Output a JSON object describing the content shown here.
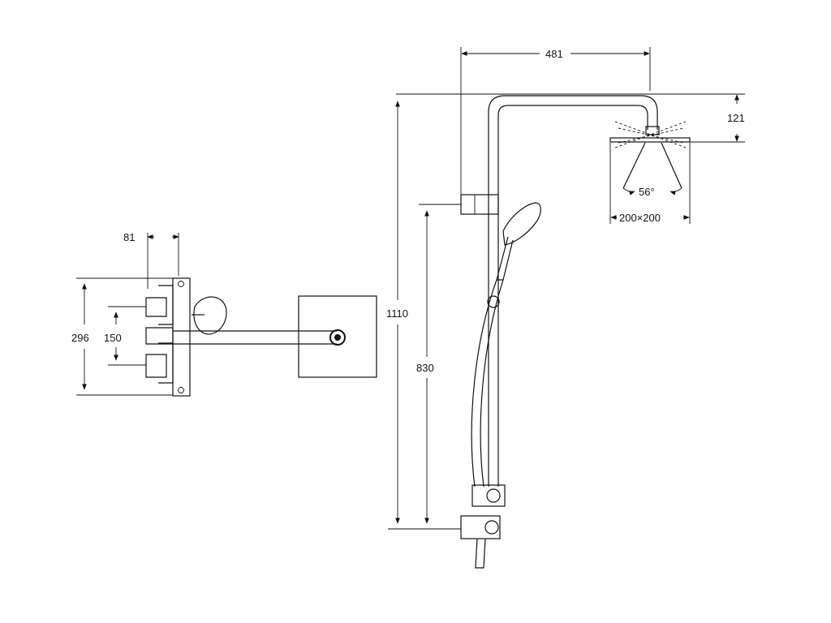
{
  "labels": {
    "dim_481": "481",
    "dim_121": "121",
    "dim_56": "56°",
    "dim_200x200": "200×200",
    "dim_1110": "1110",
    "dim_830": "830",
    "dim_81": "81",
    "dim_296": "296",
    "dim_150": "150"
  }
}
